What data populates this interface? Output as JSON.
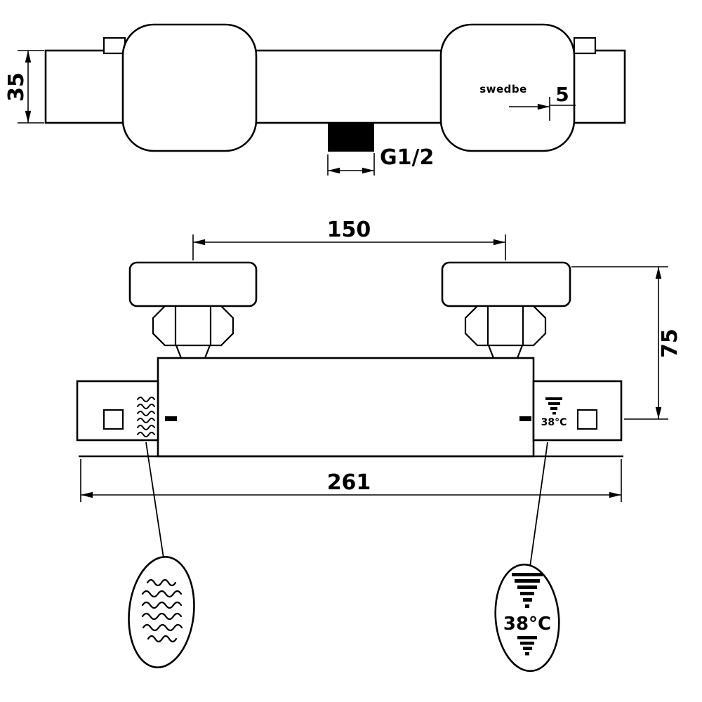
{
  "drawing": {
    "background_color": "#ffffff",
    "line_color": "#000000"
  },
  "top_view": {
    "height_dim": "35",
    "brand_label": "swedbe",
    "offset_dim": "5",
    "thread_label": "G1/2"
  },
  "front_view": {
    "connection_spacing_dim": "150",
    "projection_dim": "75",
    "overall_width_dim": "261",
    "handle_temp_label": "38°C"
  },
  "callouts": {
    "left_symbol": "water-flow-wave-icon",
    "right_symbol": "temperature-limit-icon",
    "right_temp_label": "38°C"
  }
}
